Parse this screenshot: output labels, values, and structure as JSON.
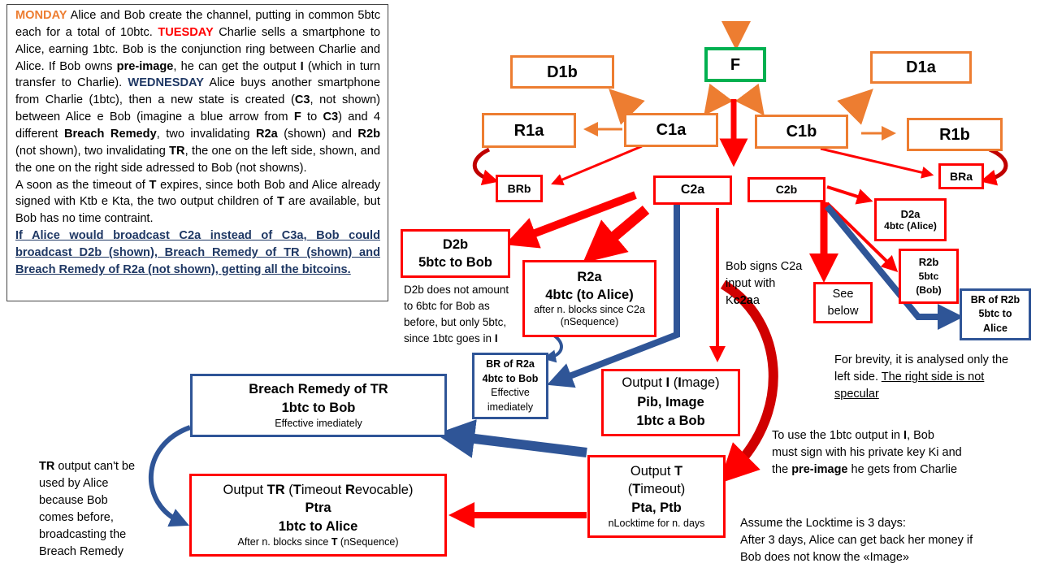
{
  "story": {
    "monday": "MONDAY",
    "s1": " Alice and Bob create the channel, putting in common 5btc each for a total of 10btc. ",
    "tuesday": "TUESDAY",
    "s2": " Charlie sells a smartphone to Alice, earning 1btc. Bob is the conjunction ring between Charlie and Alice. If Bob owns ",
    "preimage": "pre-image",
    "s3": ", he can get the output ",
    "i": "I",
    "s4": " (which in turn transfer to Charlie). ",
    "wednesday": "WEDNESDAY",
    "s5": " Alice buys another smartphone from Charlie (1btc), then a new state is created (",
    "c3": "C3",
    "s6": ", not shown) between Alice e Bob (imagine a blue arrow from ",
    "f": "F",
    "s7": " to ",
    "c3b": "C3",
    "s8": ") and 4 different ",
    "breach": "Breach Remedy",
    "s9": ", two invalidating ",
    "r2a": "R2a",
    "s10": " (shown) and ",
    "r2b": "R2b",
    "s11": " (not shown), two invalidating ",
    "tr": "TR",
    "s12": ", the one on the left side, shown, and the one on the right side adressed to Bob (not showns).",
    "p2a": "A soon as the timeout of ",
    "t": "T",
    "p2b": " expires, since both Bob and Alice already signed with Ktb e Kta, the two output children of ",
    "t2": "T",
    "p2c": " are available, but Bob has no time contraint.",
    "p3": "If Alice would broadcast C2a instead of C3a, Bob could broadcast D2b (shown), Breach Remedy of TR (shown) and Breach Remedy of R2a (not shown), getting all the bitcoins."
  },
  "boxes": {
    "f": "F",
    "d1b": "D1b",
    "d1a": "D1a",
    "r1a": "R1a",
    "c1a": "C1a",
    "c1b": "C1b",
    "r1b": "R1b",
    "brb": "BRb",
    "bra": "BRa",
    "c2a": "C2a",
    "c2b": "C2b",
    "d2a": {
      "l1": "D2a",
      "l2": "4btc (Alice)"
    },
    "d2b": {
      "l1": "D2b",
      "l2": "5btc to Bob"
    },
    "r2a": {
      "l1": "R2a",
      "l2": "4btc (to Alice)",
      "l3": "after n. blocks since C2a",
      "l4": "(nSequence)"
    },
    "r2b": {
      "l1": "R2b",
      "l2": "5btc",
      "l3": "(Bob)"
    },
    "see": {
      "l1": "See",
      "l2": "below"
    },
    "brr2b": {
      "l1": "BR of R2b",
      "l2": "5btc to",
      "l3": "Alice"
    },
    "brr2a": {
      "l1": "BR of R2a",
      "l2": "4btc to Bob",
      "l3": "Effective",
      "l4": "imediately"
    },
    "outi": {
      "pre": "Output ",
      "i": "I",
      "mid": " (",
      "i2": "I",
      "post": "mage)",
      "l2": "Pib, Image",
      "l3": "1btc a Bob"
    },
    "brtr": {
      "l1": "Breach Remedy of TR",
      "l2": "1btc to Bob",
      "l3": "Effective imediately"
    },
    "outt": {
      "pre": "Output ",
      "t": "T",
      "l2a": "(",
      "t2": "T",
      "l2b": "imeout)",
      "l3": "Pta, Ptb",
      "l4": "nLocktime for n. days"
    },
    "outtr": {
      "pre": "Output ",
      "tr": "TR",
      "mid": " (",
      "t": "T",
      "imeout": "imeout ",
      "r": "R",
      "evocable": "evocable)",
      "l2": "Ptra",
      "l3": "1btc to Alice",
      "l4a": "After n. blocks since ",
      "l4t": "T",
      "l4b": " (nSequence)"
    }
  },
  "notes": {
    "d2b_note": {
      "l1": "D2b does not amount",
      "l2": "to 6btc for Bob as",
      "l3": "before, but only 5btc,",
      "l4a": "since 1btc goes in ",
      "l4b": "I"
    },
    "bob_signs": {
      "l1": "Bob signs C2a",
      "l2": "input with",
      "l3a": "K",
      "l3b": "c2a",
      "l3c": "a"
    },
    "brevity": {
      "l1": "For brevity, it is analysed only the",
      "l2a": "left side. ",
      "l2b": "The right side is not",
      "l3": "specular"
    },
    "use_1btc": {
      "l1a": "To use the 1btc output in ",
      "l1b": "I",
      "l1c": ", Bob",
      "l2": "must sign with his private key Ki and",
      "l3a": "the ",
      "l3b": "pre-image",
      "l3c": " he gets from Charlie"
    },
    "tr_output": {
      "l1a": "TR",
      "l1b": " output can't be",
      "l2": "used by Alice",
      "l3": "because Bob",
      "l4": "comes before,",
      "l5": "broadcasting the",
      "l6": "Breach Remedy"
    },
    "locktime": {
      "l1": "Assume the Locktime is 3 days:",
      "l2": "After 3 days, Alice can get back her money if",
      "l3": "Bob does not know the «Image»"
    }
  },
  "colors": {
    "orange": "#ED7D31",
    "red": "#FF0000",
    "blue": "#2F5597",
    "green": "#00B050"
  }
}
